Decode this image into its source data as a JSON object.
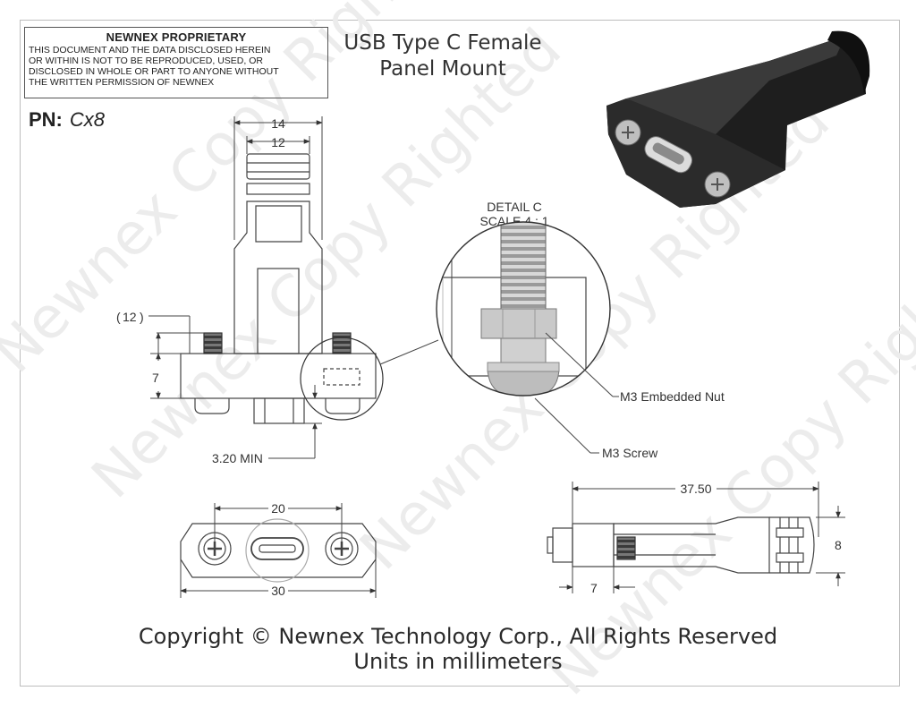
{
  "header": {
    "proprietary_title": "NEWNEX PROPRIETARY",
    "proprietary_lines": [
      "THIS DOCUMENT AND THE DATA DISCLOSED HEREIN",
      "OR WITHIN IS NOT TO BE REPRODUCED, USED, OR",
      "DISCLOSED IN WHOLE OR PART TO ANYONE WITHOUT",
      "THE WRITTEN PERMISSION OF NEWNEX"
    ],
    "pn_label": "PN:",
    "pn_value": "Cx8"
  },
  "title": {
    "line1": "USB Type C Female",
    "line2": "Panel Mount"
  },
  "front_view": {
    "dim_width_outer": "14",
    "dim_width_inner": "12",
    "dim_height_ref": "12",
    "dim_flange": "7",
    "dim_min": "3.20 MIN"
  },
  "detail": {
    "title": "DETAIL C",
    "scale": "SCALE 4 : 1",
    "callout_nut": "M3 Embedded Nut",
    "callout_screw": "M3 Screw"
  },
  "bottom_view": {
    "dim_pitch": "20",
    "dim_width": "30"
  },
  "side_view": {
    "dim_length": "37.50",
    "dim_height": "8",
    "dim_flange": "7"
  },
  "footer": {
    "copyright": "Copyright © Newnex Technology Corp., All Rights Reserved",
    "units": "Units in millimeters"
  },
  "watermark": {
    "text": "Newnex Copy Righted"
  },
  "colors": {
    "line": "#333333",
    "body_dark": "#1c1c1c",
    "metal": "#b8b8b8",
    "nut": "#c9c9c9"
  }
}
